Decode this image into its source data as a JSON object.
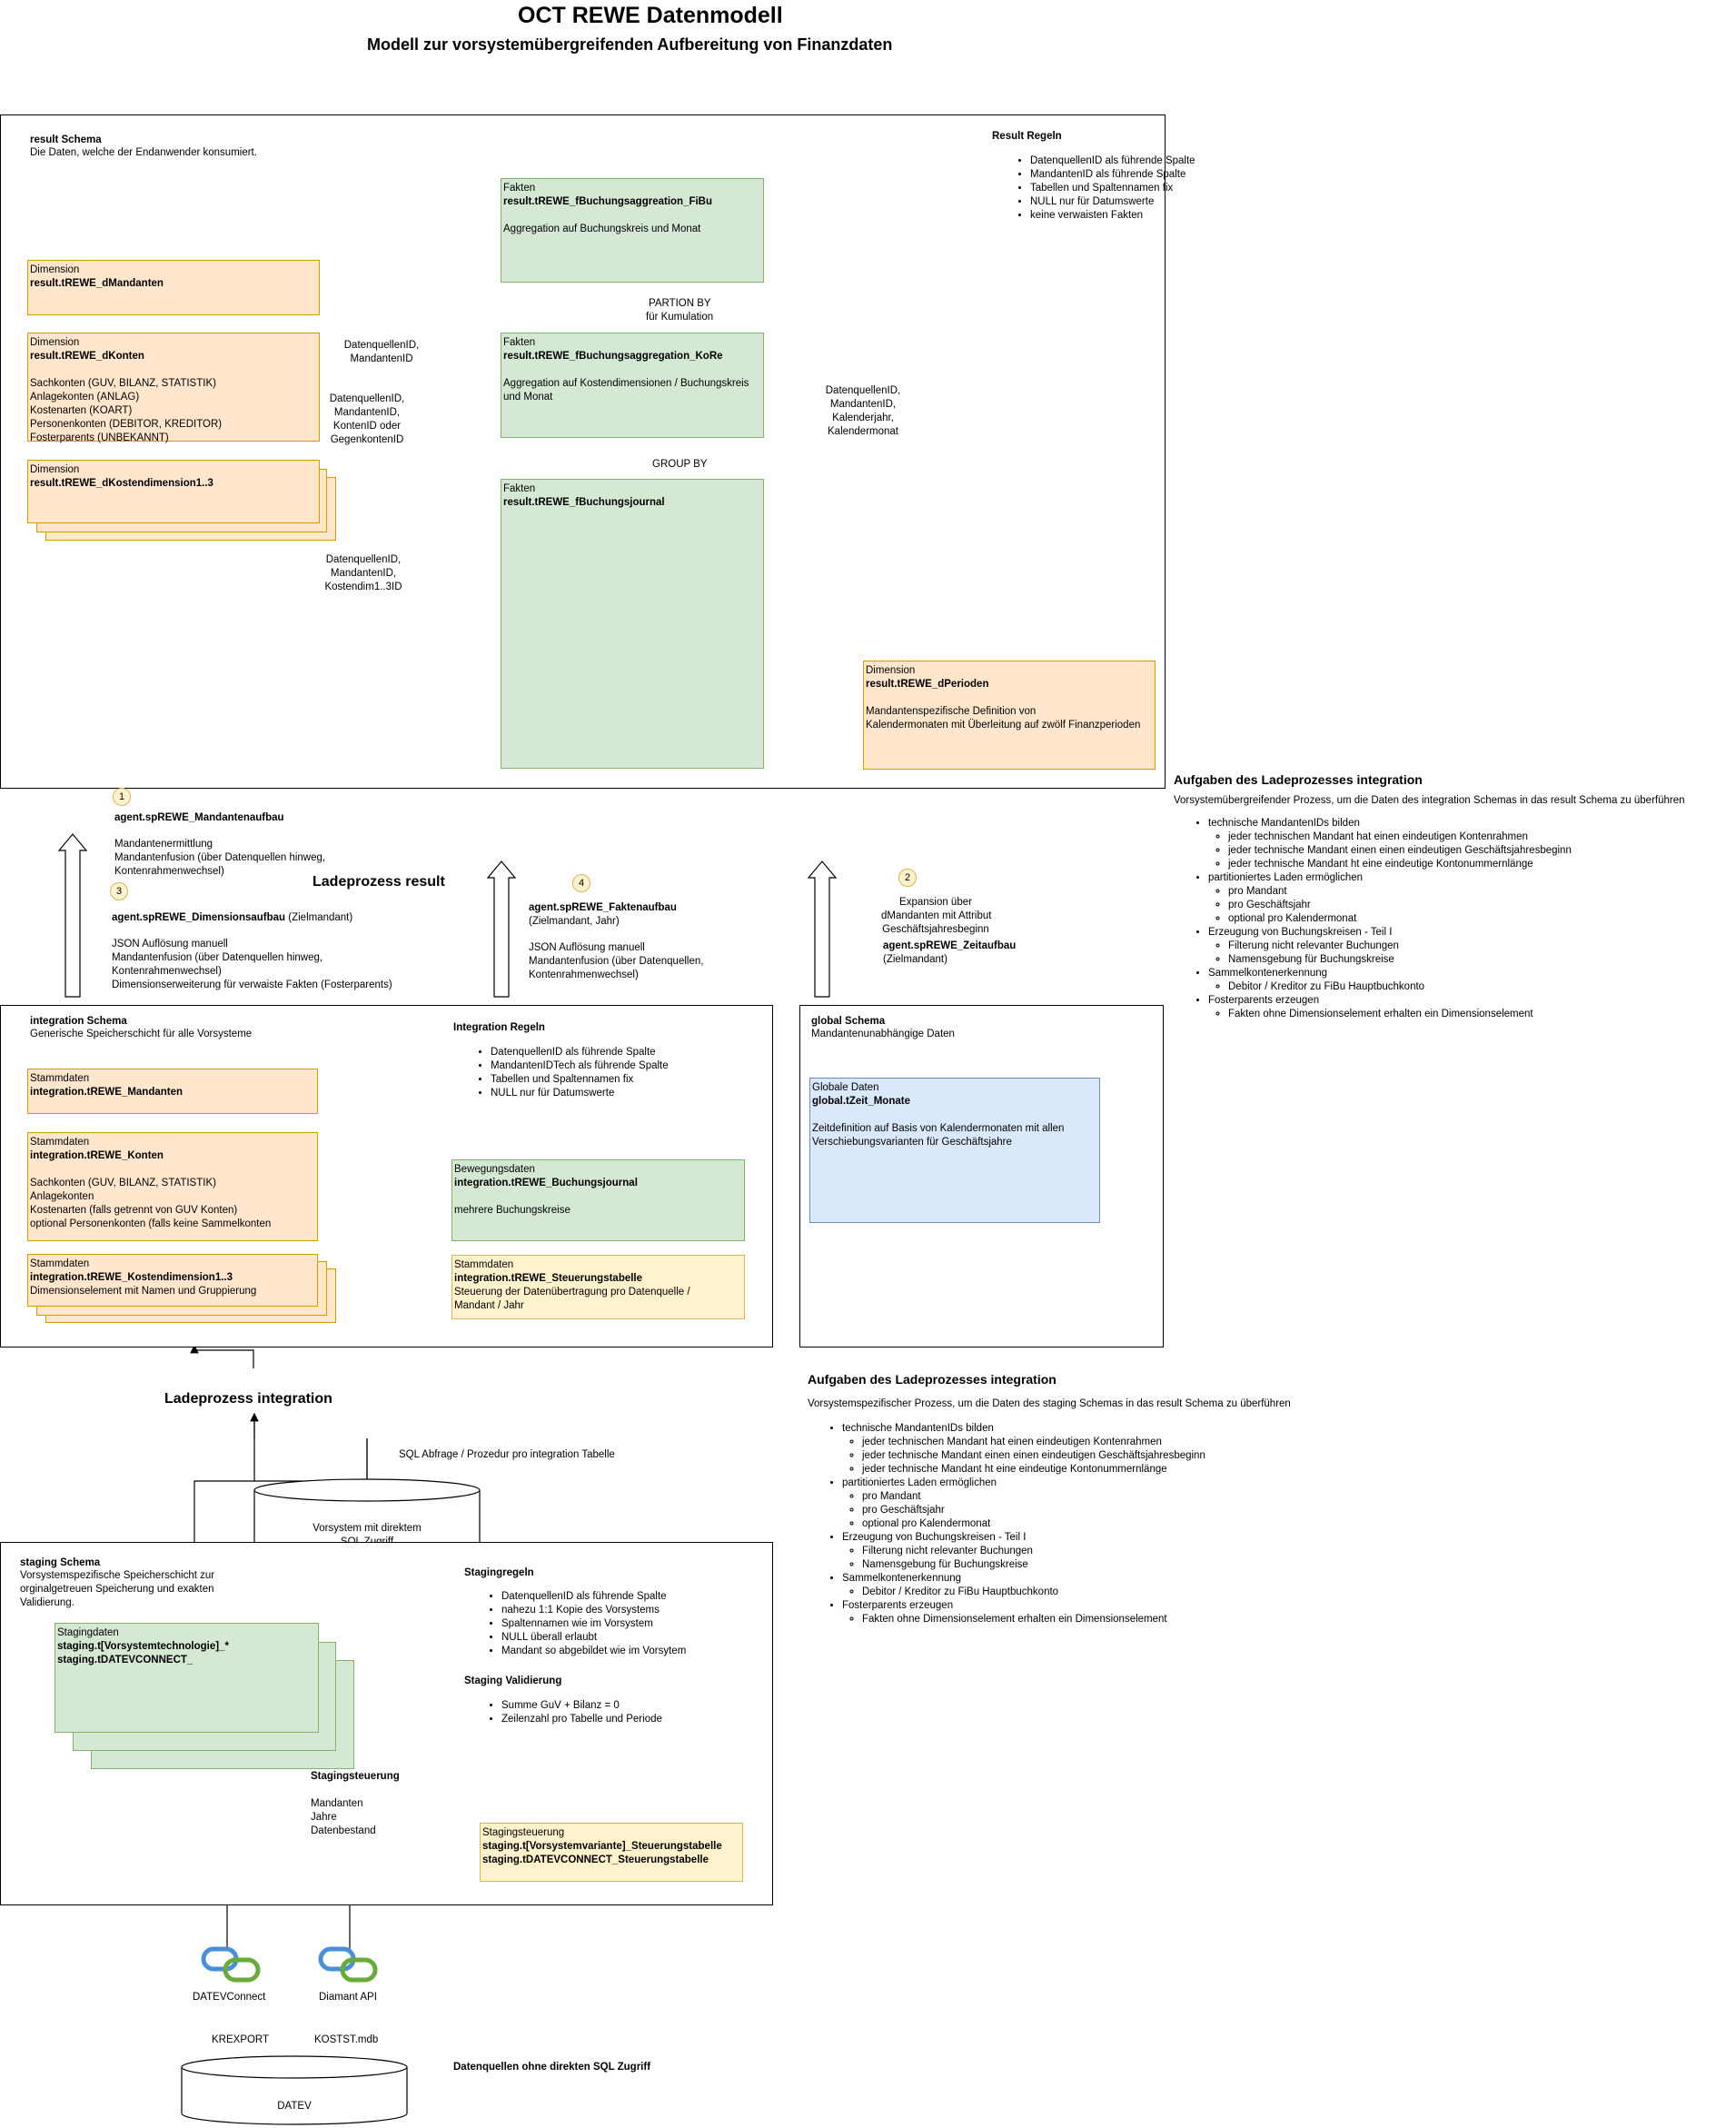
{
  "header": {
    "title": "OCT  REWE Datenmodell",
    "subtitle": "Modell zur vorsystemübergreifenden Aufbereitung von Finanzdaten"
  },
  "result": {
    "schema_title": "result Schema",
    "schema_desc": "Die Daten, welche der  Endanwender konsumiert.",
    "rules_title": "Result Regeln",
    "rules": [
      "DatenquellenID als führende Spalte",
      "MandantenID als führende Spalte",
      "Tabellen und Spaltennamen fix",
      "NULL nur für Datumswerte",
      "keine verwaisten Fakten"
    ],
    "f_fibu": {
      "type": "Fakten",
      "name": "result.tREWE_fBuchungsaggreation_FiBu",
      "desc": "Aggregation auf Buchungskreis und Monat"
    },
    "f_kore": {
      "type": "Fakten",
      "name": "result.tREWE_fBuchungsaggregation_KoRe",
      "desc1": "Aggregation auf Kostendimensionen / Buchungskreis",
      "desc2": "und Monat"
    },
    "f_journal": {
      "type": "Fakten",
      "name": "result.tREWE_fBuchungsjournal"
    },
    "d_mandanten": {
      "type": "Dimension",
      "name": "result.tREWE_dMandanten"
    },
    "d_konten": {
      "type": "Dimension",
      "name": "result.tREWE_dKonten",
      "lines": [
        "Sachkonten (GUV, BILANZ, STATISTIK)",
        "Anlagekonten (ANLAG)",
        "Kostenarten (KOART)",
        "Personenkonten (DEBITOR, KREDITOR)",
        "Fosterparents (UNBEKANNT)"
      ]
    },
    "d_kostendim": {
      "type": "Dimension",
      "name": "result.tREWE_dKostendimension1..3"
    },
    "d_perioden": {
      "type": "Dimension",
      "name": "result.tREWE_dPerioden",
      "desc1": "Mandantenspezifische Definition von",
      "desc2": "Kalendermonaten mit Überleitung auf zwölf Finanzperioden"
    },
    "lbl_partion1": "PARTION BY",
    "lbl_partion2": "für Kumulation",
    "lbl_groupby": "GROUP BY",
    "lbl_mand1": "DatenquellenID,",
    "lbl_mand2": "MandantenID",
    "lbl_konten": [
      "DatenquellenID,",
      "MandantenID,",
      "KontenID oder",
      "GegenkontenID"
    ],
    "lbl_kdim": [
      "DatenquellenID,",
      "MandantenID,",
      "Kostendim1..3ID"
    ],
    "lbl_period": [
      "DatenquellenID,",
      "MandantenID,",
      "Kalenderjahr,",
      "Kalendermonat"
    ]
  },
  "lp_result": {
    "title": "Ladeprozess result",
    "b1": "1",
    "a1_name": "agent.spREWE_Mandantenaufbau",
    "a1_lines": [
      "Mandantenermittlung",
      "Mandantenfusion (über Datenquellen hinweg,",
      "Kontenrahmenwechsel)"
    ],
    "b3": "3",
    "a3_name": "agent.spREWE_Dimensionsaufbau",
    "a3_suffix": " (Zielmandant)",
    "a3_lines": [
      "JSON Auflösung manuell",
      "Mandantenfusion (über Datenquellen hinweg,",
      "Kontenrahmenwechsel)",
      "Dimensionserweiterung für verwaiste Fakten (Fosterparents)"
    ],
    "b4": "4",
    "a4_name": "agent.spREWE_Faktenaufbau",
    "a4_sub": "(Zielmandant, Jahr)",
    "a4_lines": [
      "JSON Auflösung manuell",
      "Mandantenfusion (über Datenquellen,",
      "Kontenrahmenwechsel)"
    ],
    "b2": "2",
    "a2_pre": [
      "Expansion über",
      "dMandanten mit Attribut",
      "Geschäftsjahresbeginn"
    ],
    "a2_name": "agent.spREWE_Zeitaufbau",
    "a2_sub": "(Zielmandant)"
  },
  "tasks_result": {
    "title": "Aufgaben des Ladeprozesses integration",
    "desc": "Vorsystemübergreifender Prozess, um die Daten des integration Schemas in das result Schema zu überführen",
    "items": [
      {
        "label": "technische MandantenIDs bilden",
        "sub": [
          "jeder technischen Mandant hat einen eindeutigen Kontenrahmen",
          "jeder technische Mandant einen einen eindeutigen Geschäftsjahresbeginn",
          "jeder technische Mandant ht eine eindeutige Kontonummernlänge"
        ]
      },
      {
        "label": "partitioniertes Laden ermöglichen",
        "sub": [
          "pro Mandant",
          "pro Geschäftsjahr",
          "optional pro Kalendermonat"
        ]
      },
      {
        "label": "Erzeugung von Buchungskreisen - Teil I",
        "sub": [
          "Filterung nicht relevanter Buchungen",
          "Namensgebung für Buchungskreise"
        ]
      },
      {
        "label": "Sammelkontenerkennung",
        "sub": [
          "Debitor / Kreditor zu FiBu Hauptbuchkonto"
        ]
      },
      {
        "label": "Fosterparents erzeugen",
        "sub": [
          "Fakten ohne Dimensionselement erhalten ein Dimensionselement"
        ]
      }
    ]
  },
  "integration": {
    "schema_title": "integration Schema",
    "schema_desc": "Generische Speicherschicht für alle Vorsysteme",
    "rules_title": "Integration Regeln",
    "rules": [
      "DatenquellenID als führende Spalte",
      "MandantenIDTech als führende Spalte",
      "Tabellen und Spaltennamen fix",
      "NULL nur für Datumswerte"
    ],
    "s_mandanten": {
      "type": "Stammdaten",
      "name": "integration.tREWE_Mandanten"
    },
    "s_konten": {
      "type": "Stammdaten",
      "name": "integration.tREWE_Konten",
      "lines": [
        "Sachkonten (GUV, BILANZ, STATISTIK)",
        "Anlagekonten",
        "Kostenarten (falls getrennt von GUV Konten)",
        "optional Personenkonten (falls keine Sammelkonten"
      ]
    },
    "s_kostendim": {
      "type": "Stammdaten",
      "name": "integration.tREWE_Kostendimension1..3",
      "desc": "Dimensionselement mit Namen und Gruppierung"
    },
    "b_journal": {
      "type": "Bewegungsdaten",
      "name": "integration.tREWE_Buchungsjournal",
      "desc": "mehrere Buchungskreise"
    },
    "s_steuer": {
      "type": "Stammdaten",
      "name": "integration.tREWE_Steuerungstabelle",
      "desc1": "Steuerung der Datenübertragung pro Datenquelle /",
      "desc2": "Mandant / Jahr"
    }
  },
  "global": {
    "schema_title": "global Schema",
    "schema_desc": "Mandantenunabhängige Daten",
    "box": {
      "type": "Globale Daten",
      "name": "global.tZeit_Monate",
      "desc1": "Zeitdefinition auf Basis von Kalendermonaten mit allen",
      "desc2": "Verschiebungsvarianten für Geschäftsjahre"
    }
  },
  "lp_integration": {
    "title": "Ladeprozess integration",
    "sql_label": "SQL Abfrage / Prozedur pro integration Tabelle",
    "db_line1": "Vorsystem mit direktem",
    "db_line2": "SQL Zugriff"
  },
  "tasks_integration": {
    "title": "Aufgaben des Ladeprozesses integration",
    "desc": "Vorsystemspezifischer Prozess, um die Daten des staging Schemas in das result Schema zu überführen",
    "items": [
      {
        "label": "technische MandantenIDs bilden",
        "sub": [
          "jeder technischen Mandant hat einen eindeutigen Kontenrahmen",
          "jeder technische Mandant einen einen eindeutigen Geschäftsjahresbeginn",
          "jeder technische Mandant ht eine eindeutige Kontonummernlänge"
        ]
      },
      {
        "label": "partitioniertes Laden ermöglichen",
        "sub": [
          "pro Mandant",
          "pro Geschäftsjahr",
          "optional pro Kalendermonat"
        ]
      },
      {
        "label": "Erzeugung von Buchungskreisen - Teil I",
        "sub": [
          "Filterung nicht relevanter Buchungen",
          "Namensgebung für Buchungskreise"
        ]
      },
      {
        "label": "Sammelkontenerkennung",
        "sub": [
          "Debitor / Kreditor zu FiBu Hauptbuchkonto"
        ]
      },
      {
        "label": "Fosterparents erzeugen",
        "sub": [
          "Fakten ohne Dimensionselement erhalten ein Dimensionselement"
        ]
      }
    ]
  },
  "staging": {
    "schema_title": "staging Schema",
    "schema_desc": [
      "Vorsystemspezifische Speicherschicht zur",
      "orginalgetreuen Speicherung und exakten",
      "Validierung."
    ],
    "rules_title": "Stagingregeln",
    "rules": [
      "DatenquellenID als führende Spalte",
      "nahezu 1:1 Kopie des Vorsystems",
      "Spaltennamen wie im Vorsystem",
      "NULL überall erlaubt",
      "Mandant so abgebildet wie im Vorsytem"
    ],
    "valid_title": "Staging Validierung",
    "valid": [
      "Summe GuV + Bilanz = 0",
      "Zeilenzahl pro Tabelle und Periode"
    ],
    "box": {
      "type": "Stagingdaten",
      "name1": "staging.t[Vorsystemtechnologie]_*",
      "name2": "staging.tDATEVCONNECT_"
    },
    "steuer_title": "Stagingsteuerung",
    "steuer_lines": [
      "Mandanten",
      "Jahre",
      "Datenbestand"
    ],
    "steuer_box": {
      "type": "Stagingsteuerung",
      "name1": "staging.t[Vorsystemvariante]_Steuerungstabelle",
      "name2": "staging.tDATEVCONNECT_Steuerungstabelle"
    }
  },
  "sources": {
    "datevconnect": "DATEVConnect",
    "diamant": "Diamant API",
    "krexport": "KREXPORT",
    "kostst": "KOSTST.mdb",
    "no_sql": "Datenquellen ohne direkten SQL Zugriff",
    "datev": "DATEV"
  },
  "colors": {
    "orange_fill": "#ffe6cc",
    "orange_border": "#d79b00",
    "green_fill": "#d5e8d4",
    "green_border": "#82b366",
    "yellow_fill": "#fff2cc",
    "yellow_border": "#d6b656",
    "blue_fill": "#dae8fc",
    "blue_border": "#6c8ebf"
  },
  "icons": [
    "chain-link-icon"
  ]
}
